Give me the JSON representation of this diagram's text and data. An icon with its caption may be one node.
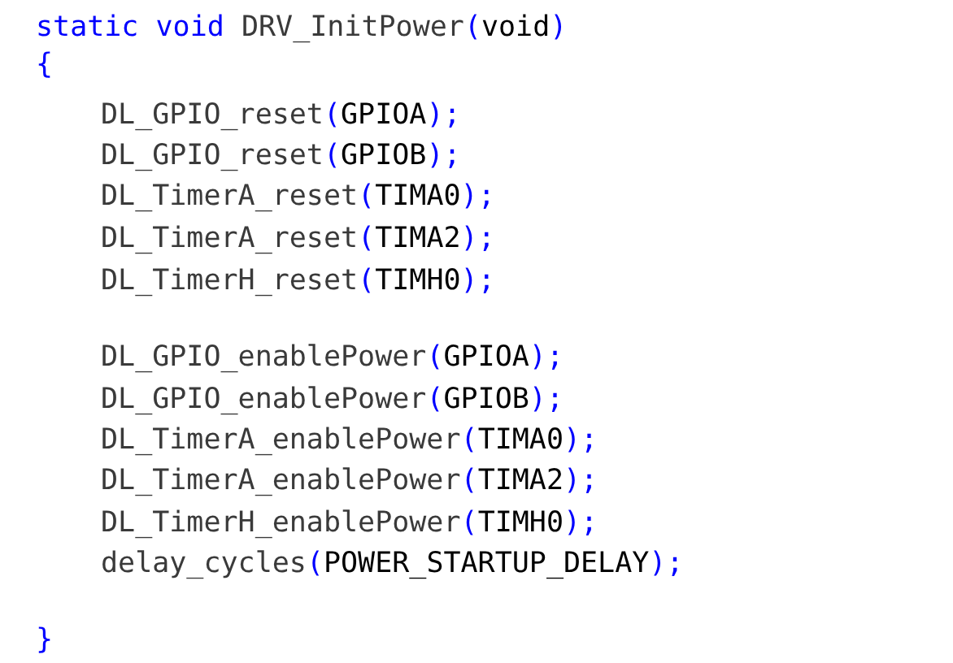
{
  "diagram": {
    "labels": [
      "static void DRV_InitPower(void)",
      "{",
      "DL_GPIO_reset(GPIOA);",
      "DL_GPIO_reset(GPIOB);",
      "DL_TimerA_reset(TIMA0);",
      "DL_TimerA_reset(TIMA2);",
      "DL_TimerH_reset(TIMH0);",
      "DL_GPIO_enablePower(GPIOA);",
      "DL_GPIO_enablePower(GPIOB);",
      "DL_TimerA_enablePower(TIMA0);",
      "DL_TimerA_enablePower(TIMA2);",
      "DL_TimerH_enablePower(TIMH0);",
      "delay_cycles(POWER_STARTUP_DELAY);",
      "}"
    ]
  }
}
